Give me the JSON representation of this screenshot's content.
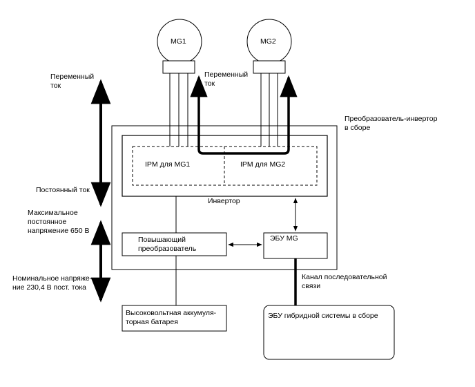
{
  "diagram": {
    "motors": {
      "mg1": "MG1",
      "mg2": "MG2"
    },
    "labels": {
      "ac_current": [
        "Переменный",
        "ток"
      ],
      "ac_current_2": [
        "Переменный",
        "ток"
      ],
      "dc_current": "Постоянный ток",
      "max_voltage": [
        "Максимальное",
        "постоянное",
        "напряжение 650 В"
      ],
      "nominal_voltage": [
        "Номинальное напряже-",
        "ние 230,4 В пост. тока"
      ],
      "inverter_assembly": [
        "Преобразователь-инвертор",
        "в сборе"
      ],
      "inverter": "Инвертор",
      "ipm_mg1": "IPM для MG1",
      "ipm_mg2": "IPM для MG2",
      "boost_converter": [
        "Повышающий",
        "преобразователь"
      ],
      "ecu_mg": "ЭБУ MG",
      "serial_channel": [
        "Канал последовательной",
        "связи"
      ],
      "battery": [
        "Высоковольтная аккумуля-",
        "торная батарея"
      ],
      "hybrid_ecu": "ЭБУ гибридной системы в сборе"
    }
  }
}
